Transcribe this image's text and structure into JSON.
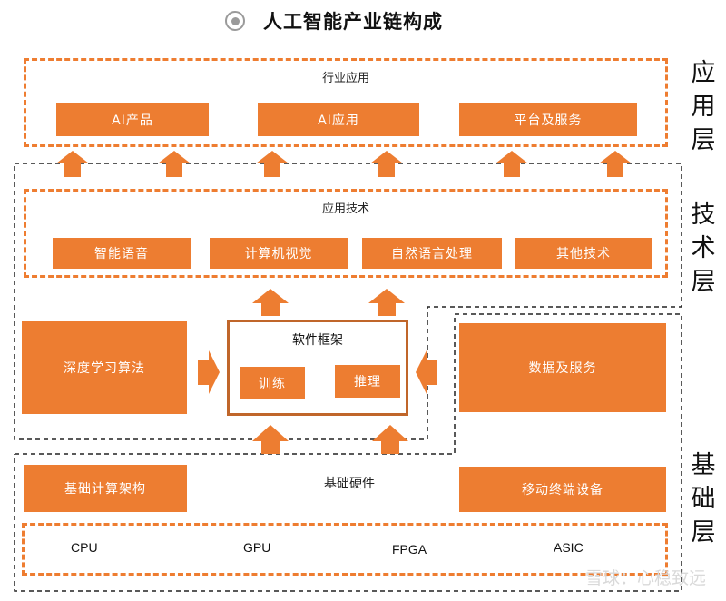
{
  "title": "人工智能产业链构成",
  "layers": {
    "application": "应用层",
    "technology": "技术层",
    "foundation": "基础层"
  },
  "application": {
    "header": "行业应用",
    "items": [
      "AI产品",
      "AI应用",
      "平台及服务"
    ]
  },
  "technology": {
    "header": "应用技术",
    "items": [
      "智能语音",
      "计算机视觉",
      "自然语言处理",
      "其他技术"
    ]
  },
  "core": {
    "deep_learning": "深度学习算法",
    "framework_title": "软件框架",
    "training": "训练",
    "inference": "推理",
    "data_service": "数据及服务"
  },
  "foundation": {
    "hardware_label": "基础硬件",
    "compute_arch": "基础计算架构",
    "mobile_devices": "移动终端设备",
    "chips": [
      "CPU",
      "GPU",
      "FPGA",
      "ASIC"
    ]
  },
  "watermark": "雪球：心稳致远",
  "colors": {
    "accent": "#ed7d31",
    "dash": "#ee7d31",
    "text": "#111111"
  }
}
